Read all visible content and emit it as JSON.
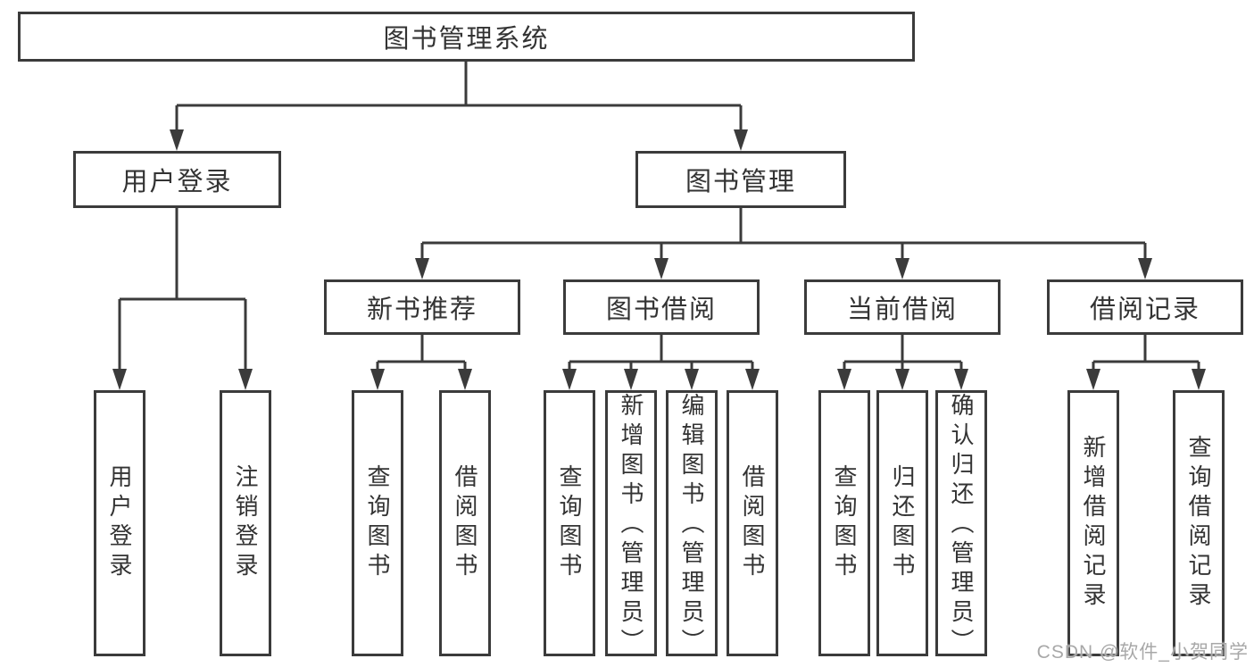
{
  "diagram": {
    "root": {
      "label": "图书管理系统"
    },
    "level2": [
      {
        "label": "用户登录"
      },
      {
        "label": "图书管理"
      }
    ],
    "level3": [
      {
        "label": "新书推荐"
      },
      {
        "label": "图书借阅"
      },
      {
        "label": "当前借阅"
      },
      {
        "label": "借阅记录"
      }
    ],
    "level4": {
      "user_login_children": [
        {
          "label": "用户登录"
        },
        {
          "label": "注销登录"
        }
      ],
      "new_book_children": [
        {
          "label": "查询图书"
        },
        {
          "label": "借阅图书"
        }
      ],
      "book_borrow_children": [
        {
          "label": "查询图书"
        },
        {
          "label": "新增图书（管理员）"
        },
        {
          "label": "编辑图书（管理员）"
        },
        {
          "label": "借阅图书"
        }
      ],
      "current_borrow_children": [
        {
          "label": "查询图书"
        },
        {
          "label": "归还图书"
        },
        {
          "label": "确认归还（管理员）"
        }
      ],
      "borrow_record_children": [
        {
          "label": "新增借阅记录"
        },
        {
          "label": "查询借阅记录"
        }
      ]
    },
    "watermark": "CSDN @软件_小贺同学",
    "colors": {
      "line": "#3b3b3b",
      "text": "#333333",
      "background": "#ffffff",
      "watermark": "#a8a8a8"
    }
  }
}
